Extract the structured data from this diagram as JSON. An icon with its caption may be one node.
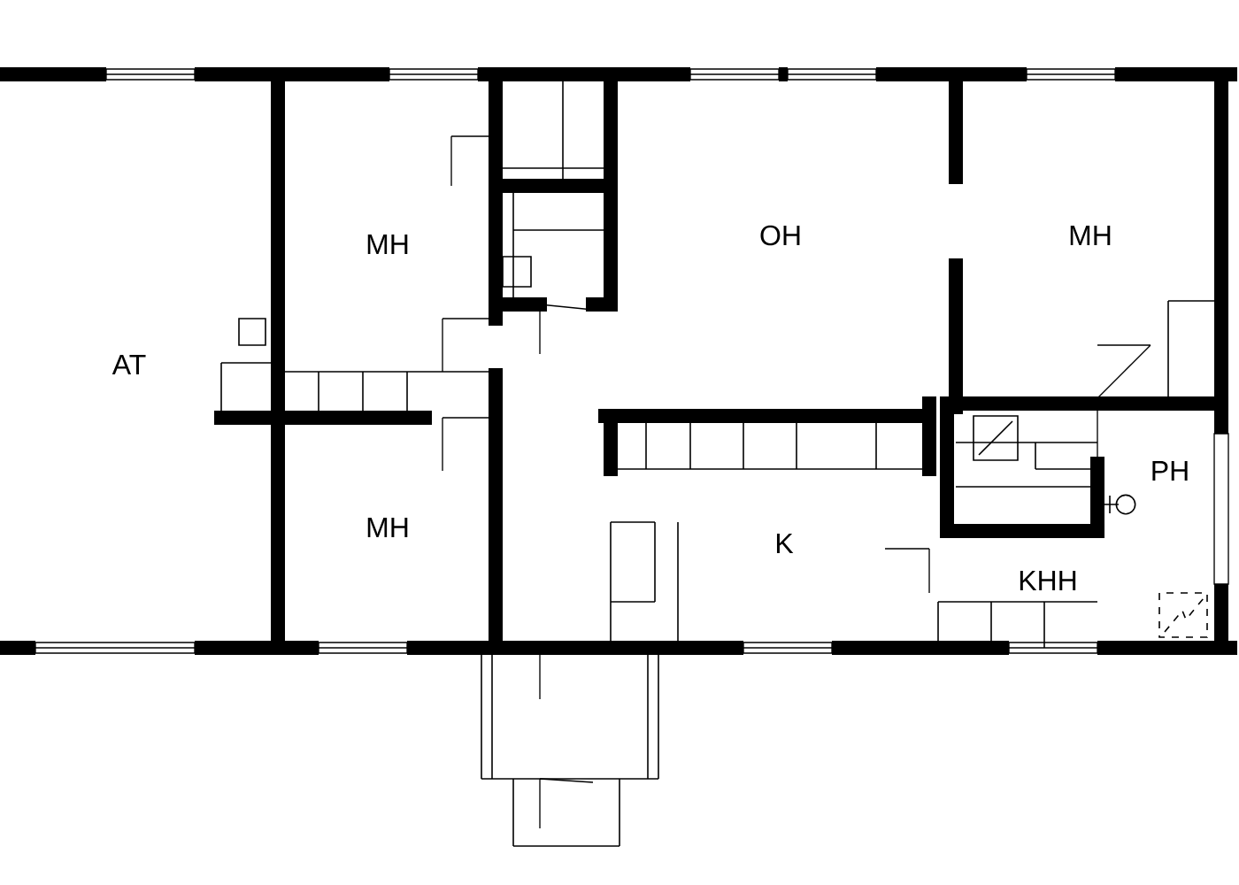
{
  "diagram": {
    "nodes": [
      {
        "text": [
          "AT"
        ]
      },
      {
        "text": [
          "MH"
        ]
      },
      {
        "text": [
          "OH"
        ]
      },
      {
        "text": [
          "MH"
        ]
      },
      {
        "text": [
          "MH"
        ]
      },
      {
        "text": [
          "K"
        ]
      },
      {
        "text": [
          "PH"
        ]
      },
      {
        "text": [
          "KHH"
        ]
      }
    ]
  }
}
